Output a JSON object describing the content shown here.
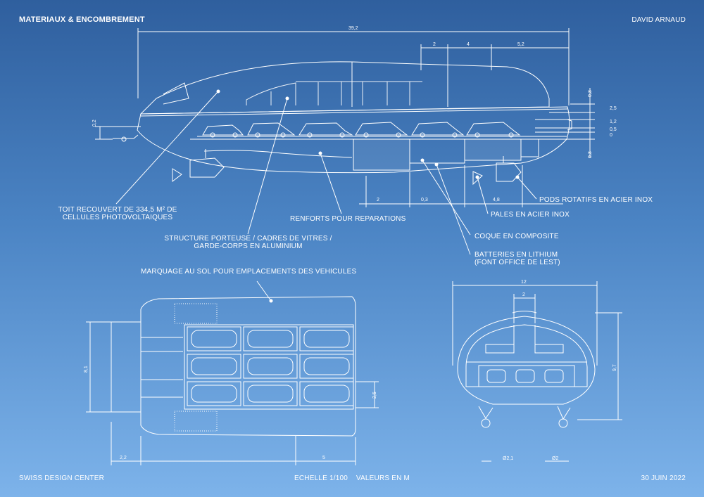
{
  "header": {
    "title": "MATERIAUX & ENCOMBREMENT",
    "author": "DAVID ARNAUD"
  },
  "footer": {
    "studio": "SWISS DESIGN CENTER",
    "scale": "ECHELLE 1/100    VALEURS EN M",
    "date": "30 JUIN 2022"
  },
  "labels": {
    "roof_1": "TOIT RECOUVERT DE 334,5 M² DE",
    "roof_2": "CELLULES PHOTOVOLTAIQUES",
    "structure_1": "STRUCTURE PORTEUSE / CADRES DE VITRES /",
    "structure_2": "GARDE-CORPS EN ALUMINIUM",
    "reinforcements": "RENFORTS POUR REPARATIONS",
    "hull": "COQUE EN COMPOSITE",
    "batteries_1": "BATTERIES EN LITHIUM",
    "batteries_2": "(FONT OFFICE DE LEST)",
    "blades": "PALES EN ACIER INOX",
    "pods": "PODS ROTATIFS EN ACIER INOX",
    "marking": "MARQUAGE AU SOL POUR EMPLACEMENTS DES VEHICULES"
  },
  "dims": {
    "length": "39,2",
    "top_2": "2",
    "top_4": "4",
    "top_5_2": "5,2",
    "r_0_3a": "0,3",
    "r_2_5": "2,5",
    "r_1_2": "1,2",
    "r_0_5": "0,5",
    "r_0": "0",
    "r_0_3b": "0,3",
    "left_0_2": "0,2",
    "bot_2": "2",
    "bot_0_3": "0,3",
    "bot_4_8": "4,8",
    "plan_8_1": "8,1",
    "plan_2_5": "2,5",
    "plan_2_2": "2,2",
    "plan_5": "5",
    "sec_12": "12",
    "sec_2": "2",
    "sec_9_7": "9,7",
    "sec_d2_1": "Ø2,1",
    "sec_d2": "Ø2"
  }
}
